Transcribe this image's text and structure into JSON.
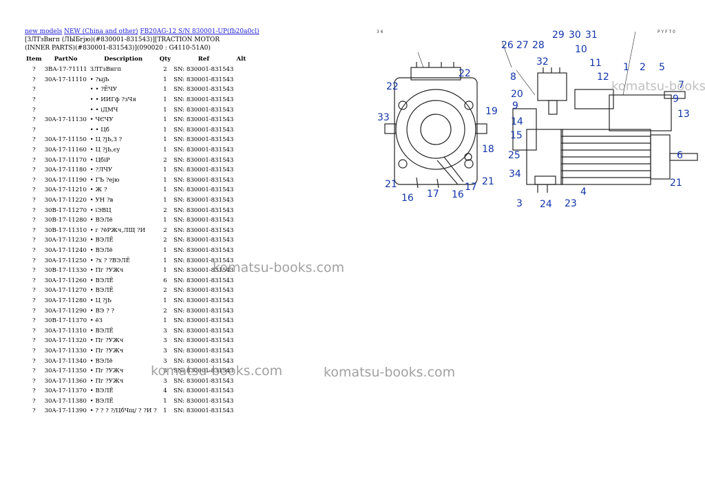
{
  "breadcrumb": {
    "link1": "new models",
    "link2": "NEW (China and other)",
    "link3": "FB20AG-12 S/N 830001-UP(fb20a0cl)"
  },
  "title": "[ЗЛТзВнгп (ЛЫБгјю)(#830001-831543)][TRACTION MOTOR (INNER PARTS)(#830001-831543)](090020 : G4110-51A0)",
  "columns": [
    "Item",
    "PartNo",
    "Description",
    "Qty",
    "Ref",
    "Alt"
  ],
  "rows": [
    {
      "item": "?",
      "part": "3BA-17-71111",
      "desc": "ЗЛТзВнгп",
      "qty": "2",
      "ref": "SN: 830001-831543"
    },
    {
      "item": "?",
      "part": "30A-17-11110",
      "desc": "• ?ыjЬ",
      "qty": "1",
      "ref": "SN: 830001-831543"
    },
    {
      "item": "?",
      "part": "",
      "desc": "• • ?ЁЧУ",
      "qty": "1",
      "ref": "SN: 830001-831543"
    },
    {
      "item": "?",
      "part": "",
      "desc": "• • ИИГф ?зЧя",
      "qty": "1",
      "ref": "SN: 830001-831543"
    },
    {
      "item": "?",
      "part": "",
      "desc": "• • іДМЧ",
      "qty": "1",
      "ref": "SN: 830001-831543"
    },
    {
      "item": "?",
      "part": "30A-17-11130",
      "desc": "• ЧЄЧУ",
      "qty": "1",
      "ref": "SN: 830001-831543"
    },
    {
      "item": "?",
      "part": "",
      "desc": "• • Цб",
      "qty": "1",
      "ref": "SN: 830001-831543"
    },
    {
      "item": "?",
      "part": "30A-17-11150",
      "desc": "• Ц ?jЬ,З ?",
      "qty": "1",
      "ref": "SN: 830001-831543"
    },
    {
      "item": "?",
      "part": "30A-17-11160",
      "desc": "• Ц ?jЬ,єу",
      "qty": "1",
      "ref": "SN: 830001-831543"
    },
    {
      "item": "?",
      "part": "30A-17-11170",
      "desc": "• ЦбіР",
      "qty": "2",
      "ref": "SN: 830001-831543"
    },
    {
      "item": "?",
      "part": "30A-17-11180",
      "desc": "• ?ЛЧУ",
      "qty": "1",
      "ref": "SN: 830001-831543"
    },
    {
      "item": "?",
      "part": "30A-17-11190",
      "desc": "• ГЪ ?ејю",
      "qty": "1",
      "ref": "SN: 830001-831543"
    },
    {
      "item": "?",
      "part": "30A-17-11210",
      "desc": "• Ж ?",
      "qty": "1",
      "ref": "SN: 830001-831543"
    },
    {
      "item": "?",
      "part": "30A-17-11220",
      "desc": "• УН ?в",
      "qty": "1",
      "ref": "SN: 830001-831543"
    },
    {
      "item": "?",
      "part": "30B-17-11270",
      "desc": "• іЭВЦ",
      "qty": "2",
      "ref": "SN: 830001-831543"
    },
    {
      "item": "?",
      "part": "30B-17-11280",
      "desc": "• ВЭЛё",
      "qty": "1",
      "ref": "SN: 830001-831543"
    },
    {
      "item": "?",
      "part": "30B-17-11310",
      "desc": "• г ?ёРЖч,ЛЩ ?И",
      "qty": "2",
      "ref": "SN: 830001-831543"
    },
    {
      "item": "?",
      "part": "30A-17-11230",
      "desc": "• ВЭЛЁ",
      "qty": "2",
      "ref": "SN: 830001-831543"
    },
    {
      "item": "?",
      "part": "30A-17-11240",
      "desc": "• ВЭЛё",
      "qty": "1",
      "ref": "SN: 830001-831543"
    },
    {
      "item": "?",
      "part": "30A-17-11250",
      "desc": "• ?х ? ?ВЭЛЁ",
      "qty": "1",
      "ref": "SN: 830001-831543"
    },
    {
      "item": "?",
      "part": "30B-17-11330",
      "desc": "• Пг ?УЖч",
      "qty": "1",
      "ref": "SN: 830001-831543"
    },
    {
      "item": "?",
      "part": "30A-17-11260",
      "desc": "• ВЭЛЁ",
      "qty": "6",
      "ref": "SN: 830001-831543"
    },
    {
      "item": "?",
      "part": "30A-17-11270",
      "desc": "• ВЭЛЁ",
      "qty": "2",
      "ref": "SN: 830001-831543"
    },
    {
      "item": "?",
      "part": "30A-17-11280",
      "desc": "• Ц ?jЬ",
      "qty": "1",
      "ref": "SN: 830001-831543"
    },
    {
      "item": "?",
      "part": "30A-17-11290",
      "desc": "• ВЭ ? ?",
      "qty": "2",
      "ref": "SN: 830001-831543"
    },
    {
      "item": "?",
      "part": "30B-17-11370",
      "desc": "• ёЗ",
      "qty": "1",
      "ref": "SN: 830001-831543"
    },
    {
      "item": "?",
      "part": "30A-17-11310",
      "desc": "• ВЭЛЁ",
      "qty": "3",
      "ref": "SN: 830001-831543"
    },
    {
      "item": "?",
      "part": "30A-17-11320",
      "desc": "• Пг ?УЖч",
      "qty": "3",
      "ref": "SN: 830001-831543"
    },
    {
      "item": "?",
      "part": "30A-17-11330",
      "desc": "• Пг ?УЖч",
      "qty": "3",
      "ref": "SN: 830001-831543"
    },
    {
      "item": "?",
      "part": "30A-17-11340",
      "desc": "• ВЭЛё",
      "qty": "3",
      "ref": "SN: 830001-831543"
    },
    {
      "item": "?",
      "part": "30A-17-11350",
      "desc": "• Пг ?УЖч",
      "qty": "3",
      "ref": "SN: 830001-831543"
    },
    {
      "item": "?",
      "part": "30A-17-11360",
      "desc": "• Пг ?УЖч",
      "qty": "3",
      "ref": "SN: 830001-831543"
    },
    {
      "item": "?",
      "part": "30A-17-11370",
      "desc": "• ВЭЛЁ",
      "qty": "4",
      "ref": "SN: 830001-831543"
    },
    {
      "item": "?",
      "part": "30A-17-11380",
      "desc": "• ВЭЛЁ",
      "qty": "1",
      "ref": "SN: 830001-831543"
    },
    {
      "item": "?",
      "part": "30A-17-11390",
      "desc": "• ? ? ? ?/ЦбЧщ/ ? ?И ?",
      "qty": "1",
      "ref": "SN: 830001-831543"
    }
  ],
  "watermarks": {
    "center": "komatsu-books.com",
    "bottom_left": "komatsu-books.com",
    "bottom_right": "komatsu-books.com",
    "diagram": "komatsu-books"
  },
  "diagram": {
    "callouts": [
      "29",
      "30",
      "31",
      "26",
      "27",
      "28",
      "32",
      "10",
      "11",
      "12",
      "1",
      "2",
      "5",
      "7",
      "9",
      "13",
      "6",
      "21",
      "8",
      "20",
      "9",
      "14",
      "15",
      "25",
      "34",
      "3",
      "24",
      "23",
      "4",
      "22",
      "22",
      "19",
      "33",
      "18",
      "21",
      "21",
      "16",
      "17",
      "16",
      "17"
    ],
    "marks": [
      "3 6",
      "P Y F T 0"
    ],
    "colors": {
      "callout": "#1133aa",
      "line": "#222222"
    }
  }
}
